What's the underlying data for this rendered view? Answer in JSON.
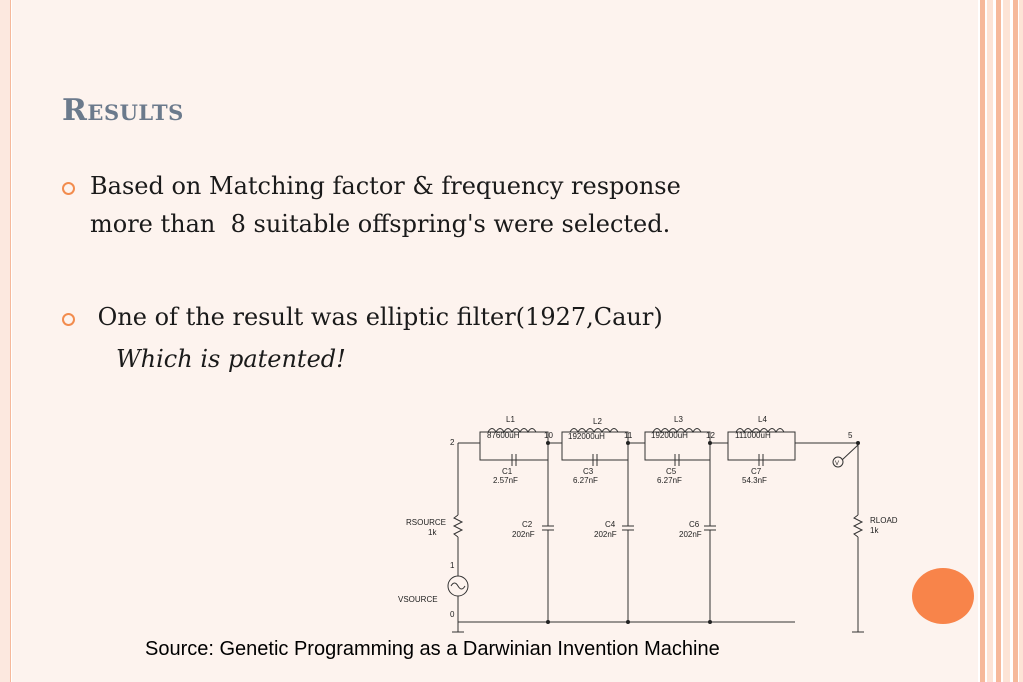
{
  "slide": {
    "title": "Results",
    "bullets": [
      {
        "line1": "Based on Matching factor & frequency response",
        "line2": "more than  8 suitable offspring's were selected."
      },
      {
        "line1": " One of the result was elliptic filter(1927,Caur)",
        "line2": "Which is patented!"
      }
    ],
    "caption": "Source: Genetic Programming as a Darwinian Invention Machine"
  },
  "circuit": {
    "inductors": [
      {
        "name": "L1",
        "value": "87600uH"
      },
      {
        "name": "L2",
        "value": "192000uH"
      },
      {
        "name": "L3",
        "value": "192000uH"
      },
      {
        "name": "L4",
        "value": "111000uH"
      }
    ],
    "series_caps": [
      {
        "name": "C1",
        "value": "2.57nF"
      },
      {
        "name": "C3",
        "value": "6.27nF"
      },
      {
        "name": "C5",
        "value": "6.27nF"
      },
      {
        "name": "C7",
        "value": "54.3nF"
      }
    ],
    "shunt_caps": [
      {
        "name": "C2",
        "value": "202nF"
      },
      {
        "name": "C4",
        "value": "202nF"
      },
      {
        "name": "C6",
        "value": "202nF"
      }
    ],
    "nodes": {
      "n2": "2",
      "n10": "10",
      "n11": "11",
      "n12": "12",
      "n5": "5",
      "n1": "1",
      "n0": "0"
    },
    "rsource": {
      "name": "RSOURCE",
      "value": "1k"
    },
    "rload": {
      "name": "RLOAD",
      "value": "1k"
    },
    "vsource": {
      "name": "VSOURCE"
    },
    "probe": "V"
  },
  "colors": {
    "accent": "#f28c4e",
    "title": "#6b7a8c",
    "button": "#f8844a"
  }
}
